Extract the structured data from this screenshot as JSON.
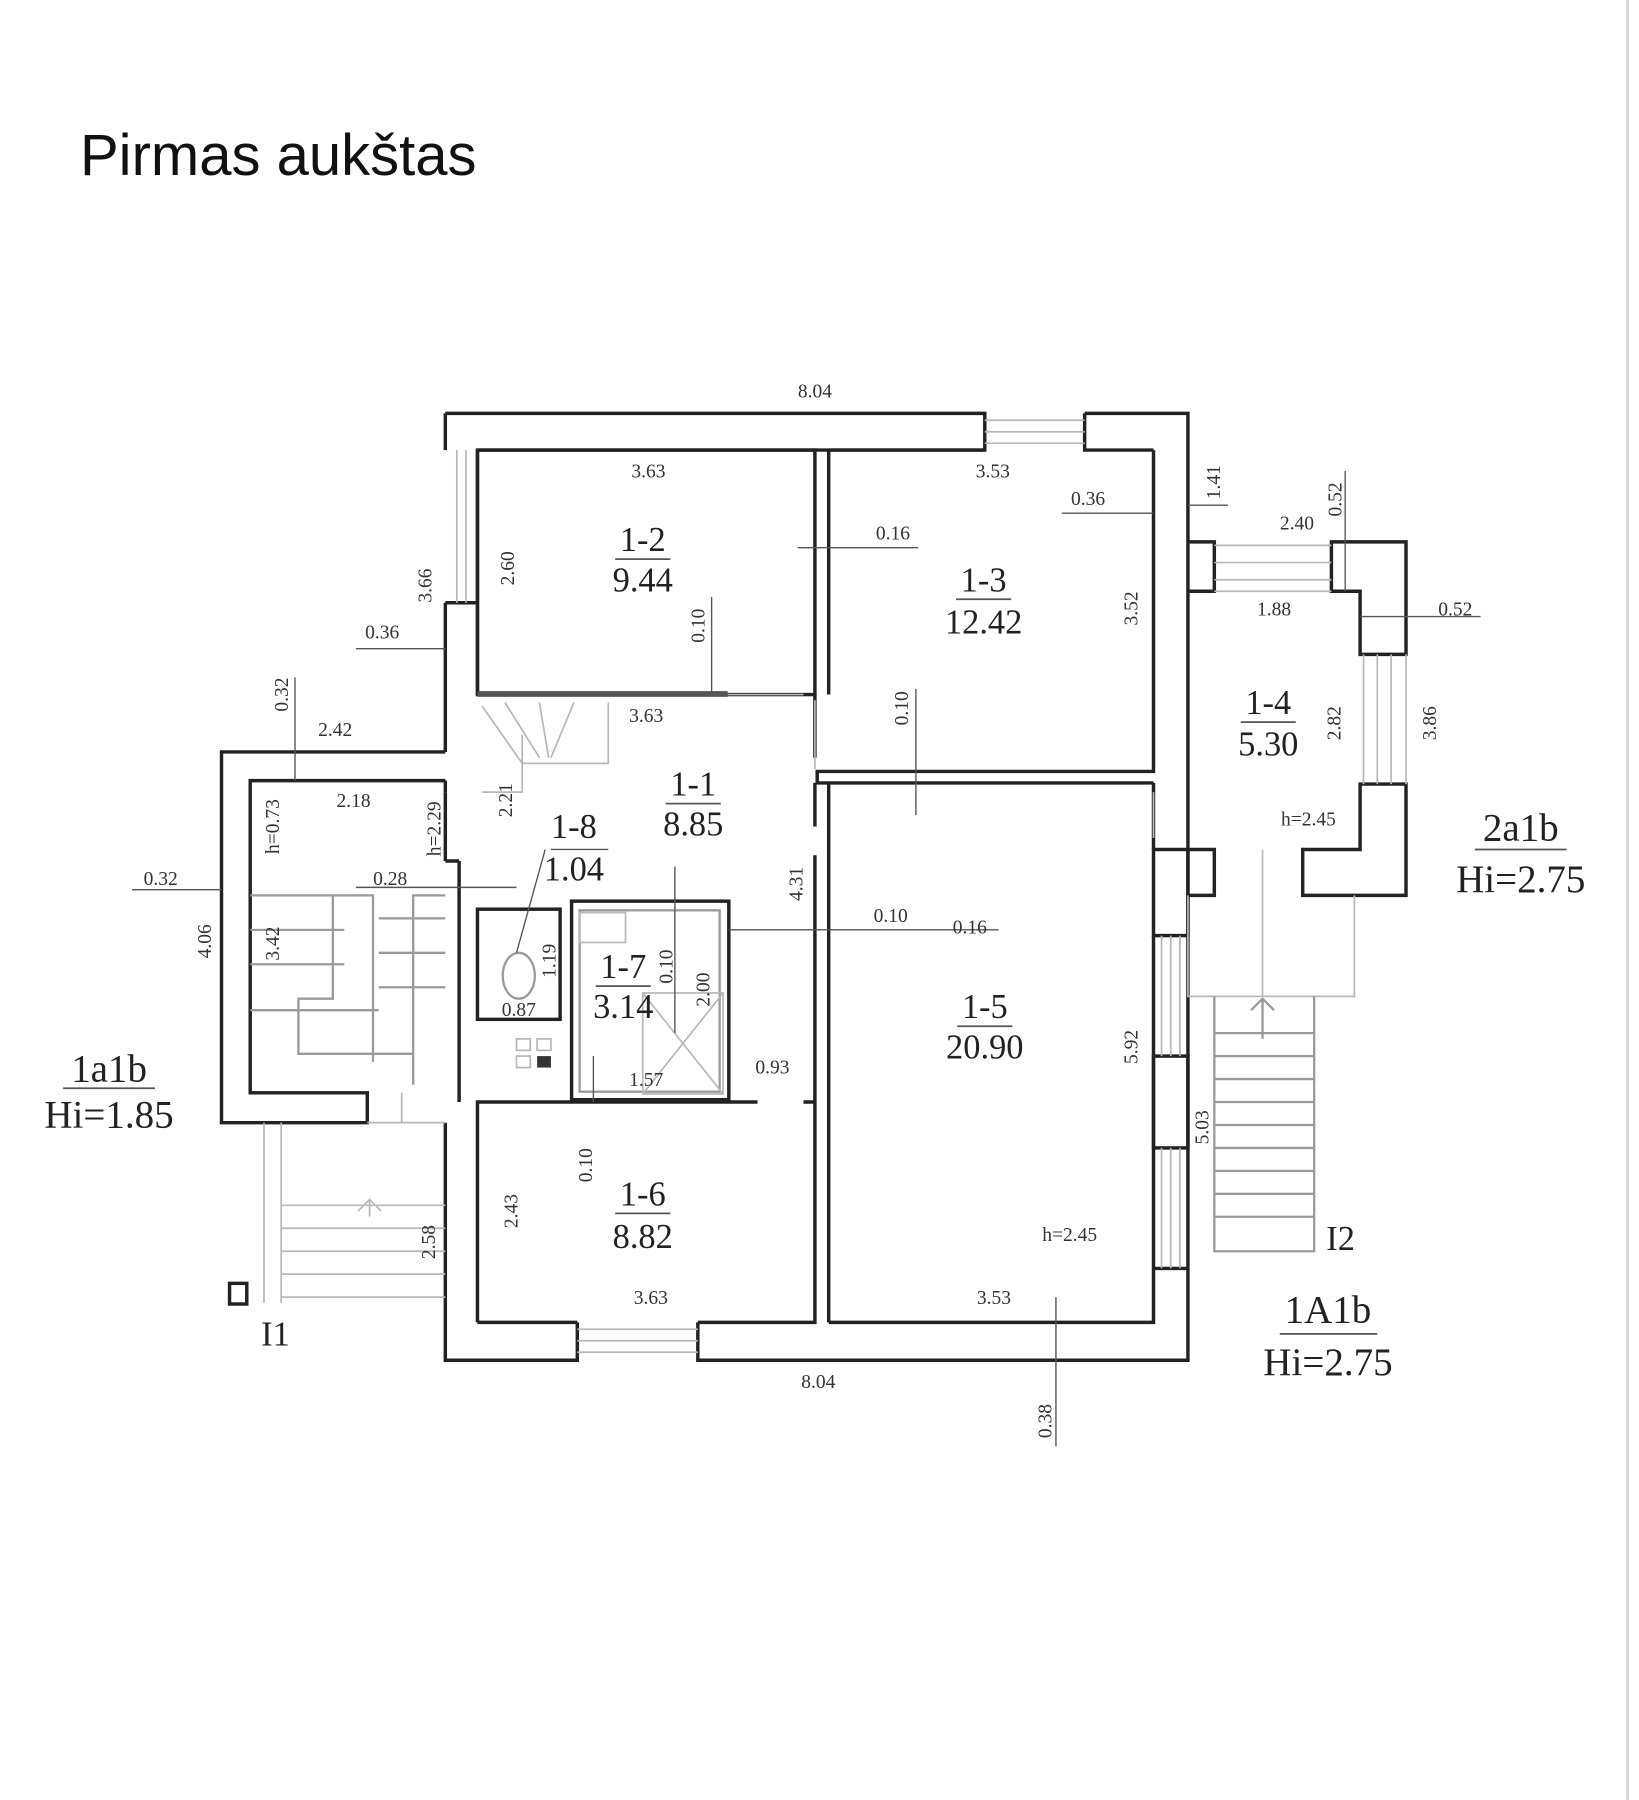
{
  "title": "Pirmas aukštas",
  "rooms": [
    {
      "id": "1-1",
      "area": "8.85"
    },
    {
      "id": "1-2",
      "area": "9.44"
    },
    {
      "id": "1-3",
      "area": "12.42"
    },
    {
      "id": "1-4",
      "area": "5.30"
    },
    {
      "id": "1-5",
      "area": "20.90"
    },
    {
      "id": "1-6",
      "area": "8.82"
    },
    {
      "id": "1-7",
      "area": "3.14"
    },
    {
      "id": "1-8",
      "area": "1.04"
    }
  ],
  "zones": [
    {
      "code": "1a1b",
      "height": "Hi=1.85"
    },
    {
      "code": "2a1b",
      "height": "Hi=2.75"
    },
    {
      "code": "1A1b",
      "height": "Hi=2.75"
    }
  ],
  "entrances": [
    "I1",
    "I2"
  ],
  "dims": [
    "8.04",
    "3.63",
    "3.53",
    "0.36",
    "1.41",
    "0.16",
    "2.60",
    "3.66",
    "0.10",
    "3.52",
    "0.36",
    "2.40",
    "0.52",
    "1.88",
    "0.52",
    "0.32",
    "2.42",
    "3.63",
    "0.10",
    "2.82",
    "3.86",
    "2.18",
    "h=0.73",
    "h=2.29",
    "2.21",
    "h=2.45",
    "0.32",
    "0.28",
    "4.31",
    "0.10",
    "0.16",
    "4.06",
    "3.42",
    "1.19",
    "0.10",
    "2.00",
    "0.87",
    "1.57",
    "0.93",
    "5.92",
    "5.03",
    "0.10",
    "2.43",
    "2.58",
    "h=2.45",
    "3.63",
    "3.53",
    "8.04",
    "0.38"
  ]
}
